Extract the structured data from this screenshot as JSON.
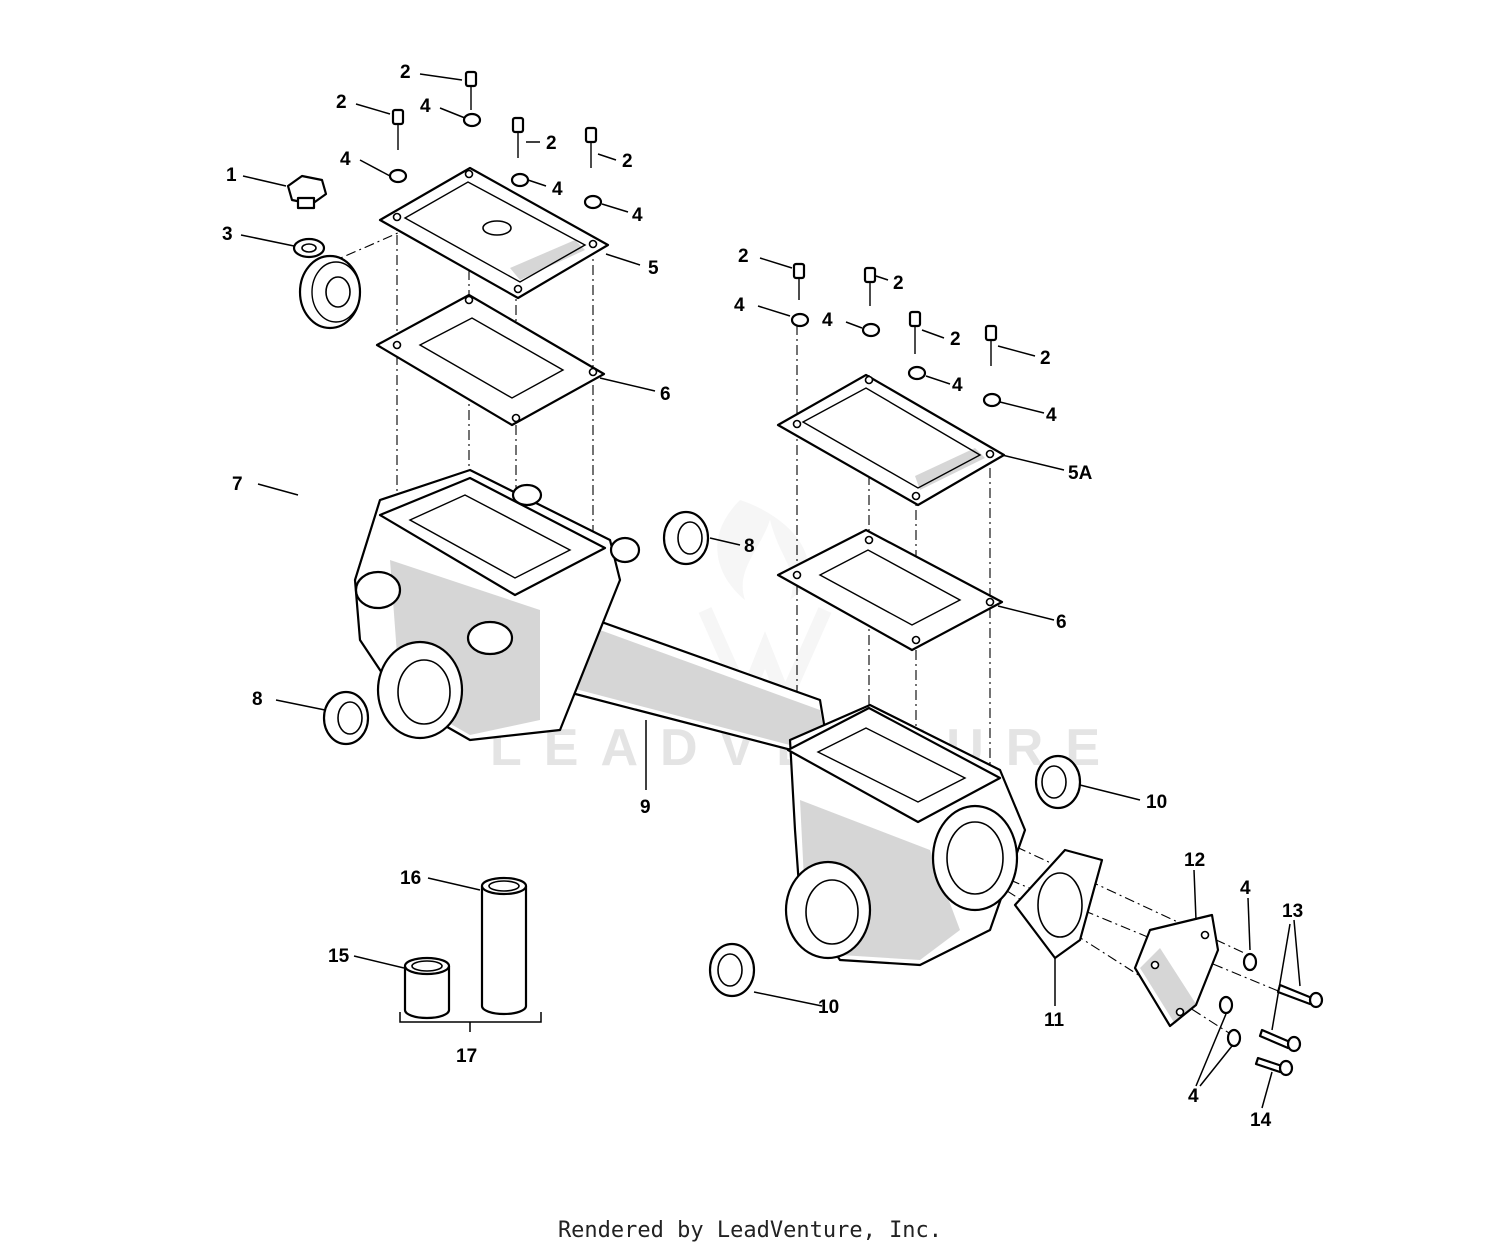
{
  "callouts": [
    {
      "id": "c1",
      "text": "1"
    },
    {
      "id": "c2a",
      "text": "2"
    },
    {
      "id": "c2b",
      "text": "2"
    },
    {
      "id": "c2c",
      "text": "2"
    },
    {
      "id": "c2d",
      "text": "2"
    },
    {
      "id": "c2e",
      "text": "2"
    },
    {
      "id": "c2f",
      "text": "2"
    },
    {
      "id": "c2g",
      "text": "2"
    },
    {
      "id": "c2h",
      "text": "2"
    },
    {
      "id": "c3",
      "text": "3"
    },
    {
      "id": "c4a",
      "text": "4"
    },
    {
      "id": "c4b",
      "text": "4"
    },
    {
      "id": "c4c",
      "text": "4"
    },
    {
      "id": "c4d",
      "text": "4"
    },
    {
      "id": "c4e",
      "text": "4"
    },
    {
      "id": "c4f",
      "text": "4"
    },
    {
      "id": "c4g",
      "text": "4"
    },
    {
      "id": "c4h",
      "text": "4"
    },
    {
      "id": "c4i",
      "text": "4"
    },
    {
      "id": "c4j",
      "text": "4"
    },
    {
      "id": "c5",
      "text": "5"
    },
    {
      "id": "c5a",
      "text": "5A"
    },
    {
      "id": "c6a",
      "text": "6"
    },
    {
      "id": "c6b",
      "text": "6"
    },
    {
      "id": "c7",
      "text": "7"
    },
    {
      "id": "c8a",
      "text": "8"
    },
    {
      "id": "c8b",
      "text": "8"
    },
    {
      "id": "c9",
      "text": "9"
    },
    {
      "id": "c10a",
      "text": "10"
    },
    {
      "id": "c10b",
      "text": "10"
    },
    {
      "id": "c11",
      "text": "11"
    },
    {
      "id": "c12",
      "text": "12"
    },
    {
      "id": "c13",
      "text": "13"
    },
    {
      "id": "c14",
      "text": "14"
    },
    {
      "id": "c15",
      "text": "15"
    },
    {
      "id": "c16",
      "text": "16"
    },
    {
      "id": "c17",
      "text": "17"
    }
  ],
  "watermark": "LEADVENTURE",
  "footer": "Rendered by LeadVenture, Inc."
}
